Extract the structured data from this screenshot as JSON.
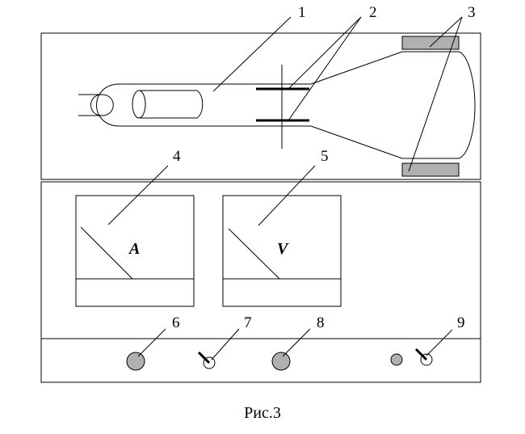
{
  "labels": {
    "l1": "1",
    "l2": "2",
    "l3": "3",
    "l4": "4",
    "l5": "5",
    "l6": "6",
    "l7": "7",
    "l8": "8",
    "l9": "9"
  },
  "meters": {
    "ammeter": "A",
    "voltmeter": "V"
  },
  "caption": "Рис.3",
  "colors": {
    "line": "#000000",
    "fill_gray": "#b0b0b0",
    "background": "#ffffff"
  }
}
